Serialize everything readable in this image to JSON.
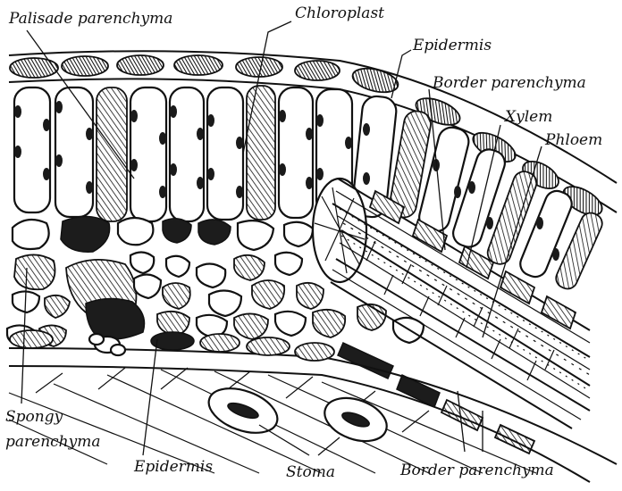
{
  "labels": {
    "palisade": "Palisade parenchyma",
    "chloroplast": "Chloroplast",
    "epidermis_top": "Epidermis",
    "border_top": "Border parenchyma",
    "xylem": "Xylem",
    "phloem": "Phloem",
    "spongy_line1": "Spongy",
    "spongy_line2": "parenchyma",
    "epidermis_bottom": "Epidermis",
    "stoma": "Stoma",
    "border_bottom": "Border parenchyma"
  }
}
